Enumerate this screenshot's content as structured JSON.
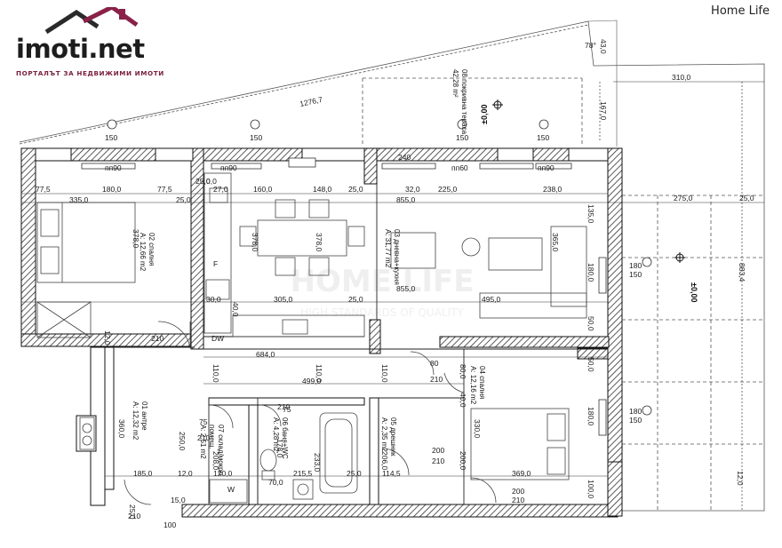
{
  "logo": {
    "name": "imoti.net",
    "tagline": "ПОРТАЛЪТ ЗА НЕДВИЖИМИ ИМОТИ"
  },
  "brand": "Home Life",
  "watermark": {
    "main": "HOME LIFE",
    "sub": "HIGH STANDARDS OF QUALITY"
  },
  "levels": {
    "terrace_top": "±0,00",
    "terrace_right": "±0,00"
  },
  "angle": "78°",
  "rooms": [
    {
      "key": "bedroom1",
      "lines": [
        "02 спалня",
        "А: 12,66 m2"
      ]
    },
    {
      "key": "living",
      "lines": [
        "03 дневна+кухня",
        "А: 31,77 m2"
      ]
    },
    {
      "key": "bedroom2",
      "lines": [
        "04 спалня",
        "А: 12,16 m2"
      ]
    },
    {
      "key": "entrance",
      "lines": [
        "01 антре",
        "А: 12,32 m2"
      ]
    },
    {
      "key": "storage",
      "lines": [
        "07 склад/мокро",
        "помещ.",
        "А: 2,51 m2"
      ]
    },
    {
      "key": "bath",
      "lines": [
        "06 баня+WC",
        "А: 4,28 m2"
      ]
    },
    {
      "key": "wardrobe",
      "lines": [
        "05 дрешник",
        "А: 2,35 m2"
      ]
    },
    {
      "key": "terrace",
      "lines": [
        "08 покривна тераса",
        "42,28 m²"
      ]
    }
  ],
  "dims_h": {
    "d1": "77,5",
    "d2": "180,0",
    "d3": "77,5",
    "d4": "25,0",
    "d5": "0,0",
    "d6": "27,0",
    "d7": "160,0",
    "d8": "148,0",
    "d9": "25,0",
    "d10": "32,0",
    "d11": "225,0",
    "d12": "238,0",
    "d13": "335,0",
    "d14": "25,0",
    "d15": "855,0",
    "d16": "275,0",
    "d17": "25,0",
    "d18": "310,0",
    "d19": "30,0",
    "d20": "305,0",
    "d21": "25,0",
    "d22": "855,0",
    "d23": "495,0",
    "d24": "684,0",
    "d25": "499,0",
    "d26": "185,0",
    "d27": "369,0",
    "d28": "215,5",
    "d29": "114,5",
    "d30": "25,0",
    "d31": "1276,7",
    "d32": "120,0",
    "d33": "70,0",
    "d34": "12,0",
    "d35": "15,0"
  },
  "dims_v": {
    "v1": "378,0",
    "v2": "378,0",
    "v3": "378,0",
    "v4": "135,0",
    "v5": "365,0",
    "v6": "180,0",
    "v7": "883,4",
    "v8": "167,0",
    "v9": "43,0",
    "v10": "360,0",
    "v11": "250,0",
    "v12": "208,0",
    "v13": "178,0",
    "v14": "233,0",
    "v15": "206,0",
    "v16": "200,0",
    "v17": "330,0",
    "v18": "180,0",
    "v19": "100,0",
    "v20": "110,0",
    "v21": "110,0",
    "v22": "110,0",
    "v23": "80,0",
    "v24": "40,0",
    "v25": "50,0",
    "v26": "50,0",
    "v27": "12,0",
    "v28": "25,0",
    "v29": "40,0",
    "v30": "12,0"
  },
  "openings": {
    "w1": "пп90",
    "w2": "пп90",
    "w3": "пп90",
    "w4": "пп60",
    "w5": "пп90",
    "w6": "пп90",
    "o1": "150",
    "o2": "150",
    "o3": "150",
    "o4": "150",
    "o5": "180",
    "o6": "150",
    "o7": "180",
    "o8": "150",
    "o9": "210",
    "o10": "210",
    "o11": "210",
    "o12": "210",
    "o13": "210",
    "o14": "210",
    "o15": "210",
    "o16": "200",
    "o17": "200",
    "o18": "80",
    "o19": "90",
    "o20": "75",
    "o21": "75",
    "o22": "75",
    "o23": "240",
    "o24": "100",
    "o25": "DW",
    "o26": "F",
    "o27": "W",
    "o28": "120,0"
  }
}
